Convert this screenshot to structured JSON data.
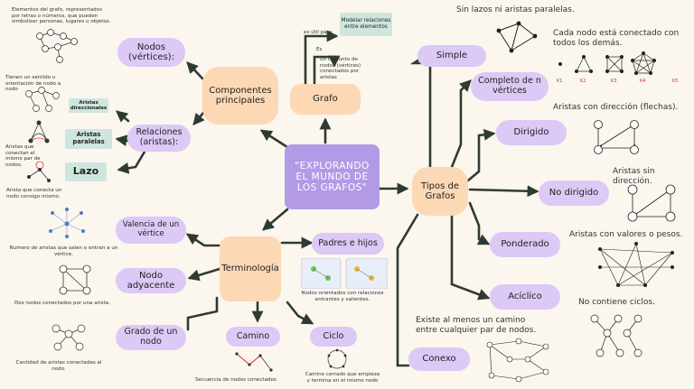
{
  "center": "\"EXPLORANDO EL MUNDO DE LOS GRAFOS\"",
  "grafo": "Grafo",
  "componentes": "Componentes principales",
  "nodos": "Nodos (vértices):",
  "relaciones": "Relaciones (aristas):",
  "aristas_dir": "Aristas direccionales",
  "aristas_par": "Aristas paralelas",
  "lazo": "Lazo",
  "terminologia": "Terminología",
  "valencia": "Valencia de un vértice",
  "nodo_ady": "Nodo adyacente",
  "grado": "Grado de un nodo",
  "camino": "Camino",
  "ciclo": "Ciclo",
  "padres": "Padres e hijos",
  "tipos": "Tipos de Grafos",
  "simple": "Simple",
  "completo": "Completo de n vértices",
  "dirigido": "Dirigido",
  "no_dirigido": "No dirigido",
  "ponderado": "Ponderado",
  "aciclico": "Acíclico",
  "conexo": "Conexo",
  "notes": {
    "elementos": "Elementos del grafo, representados por letras o números, que pueden simbolizar personas, lugares u objetos.",
    "sentido": "Tienen un sentido u orientación de nodo a nodo",
    "arista_conectan": "Aristas que conectan el mismo par de nodos.",
    "arista_consigo": "Arista que conecta un nodo consigo mismo.",
    "numero_aristas": "Numero de aristas que salen o entran a un vértice.",
    "dos_nodos": "Dos nodos conectados por una arista.",
    "cantidad": "Cantidad de aristas conectadas al nodo.",
    "secuencia": "Secuencia de nodos conectados",
    "cerrado": "Camino cerrado que empieza y termina en el mismo nodo",
    "orientados": "Nodos orientados con relaciones entrantes y salientes.",
    "modelar": "Modelar relaciones entre elementos",
    "es_util": "es útil para",
    "es": "Es",
    "conjunto": "un conjunto de nodos (vértices) conectados por aristas",
    "sin_lazos": "Sin lazos ni aristas paralelas.",
    "cada_nodo": "Cada nodo está conectado con todos los demás.",
    "con_dir": "Aristas con dirección (flechas).",
    "sin_dir": "Aristas sin dirección.",
    "con_valores": "Aristas con valores o pesos.",
    "no_ciclos": "No contiene ciclos.",
    "existe": "Existe al menos un camino entre cualquier par de nodos."
  },
  "k_labels": [
    "K1",
    "K2",
    "K3",
    "K4",
    "K5"
  ]
}
